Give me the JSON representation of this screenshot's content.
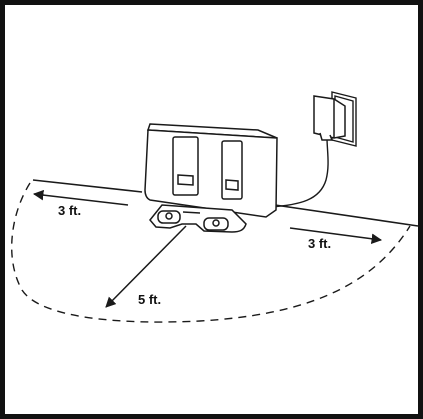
{
  "diagram": {
    "labels": {
      "left_clearance": "3 ft.",
      "right_clearance": "3 ft.",
      "front_clearance": "5 ft."
    },
    "colors": {
      "stroke": "#1a1a1a",
      "frame": "#111111",
      "fill": "#ffffff"
    },
    "icons": [
      "charging-dock-icon",
      "power-adapter-icon",
      "wall-outlet-icon"
    ]
  }
}
